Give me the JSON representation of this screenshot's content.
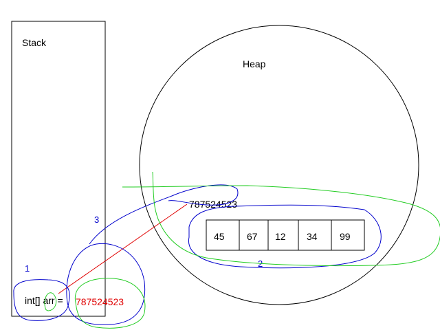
{
  "stack": {
    "title": "Stack",
    "variable": "int[] arr =",
    "value": "787524523"
  },
  "heap": {
    "title": "Heap",
    "address": "787524523",
    "array": [
      {
        "value": "45"
      },
      {
        "value": "67"
      },
      {
        "value": "12"
      },
      {
        "value": "34"
      },
      {
        "value": "99"
      }
    ]
  },
  "annotations": {
    "step1": "1",
    "step2": "2",
    "step3": "3"
  },
  "colors": {
    "pen_blue": "#0000cc",
    "pen_green": "#22cc22",
    "pointer_red": "#e00000",
    "ink": "#000000"
  }
}
